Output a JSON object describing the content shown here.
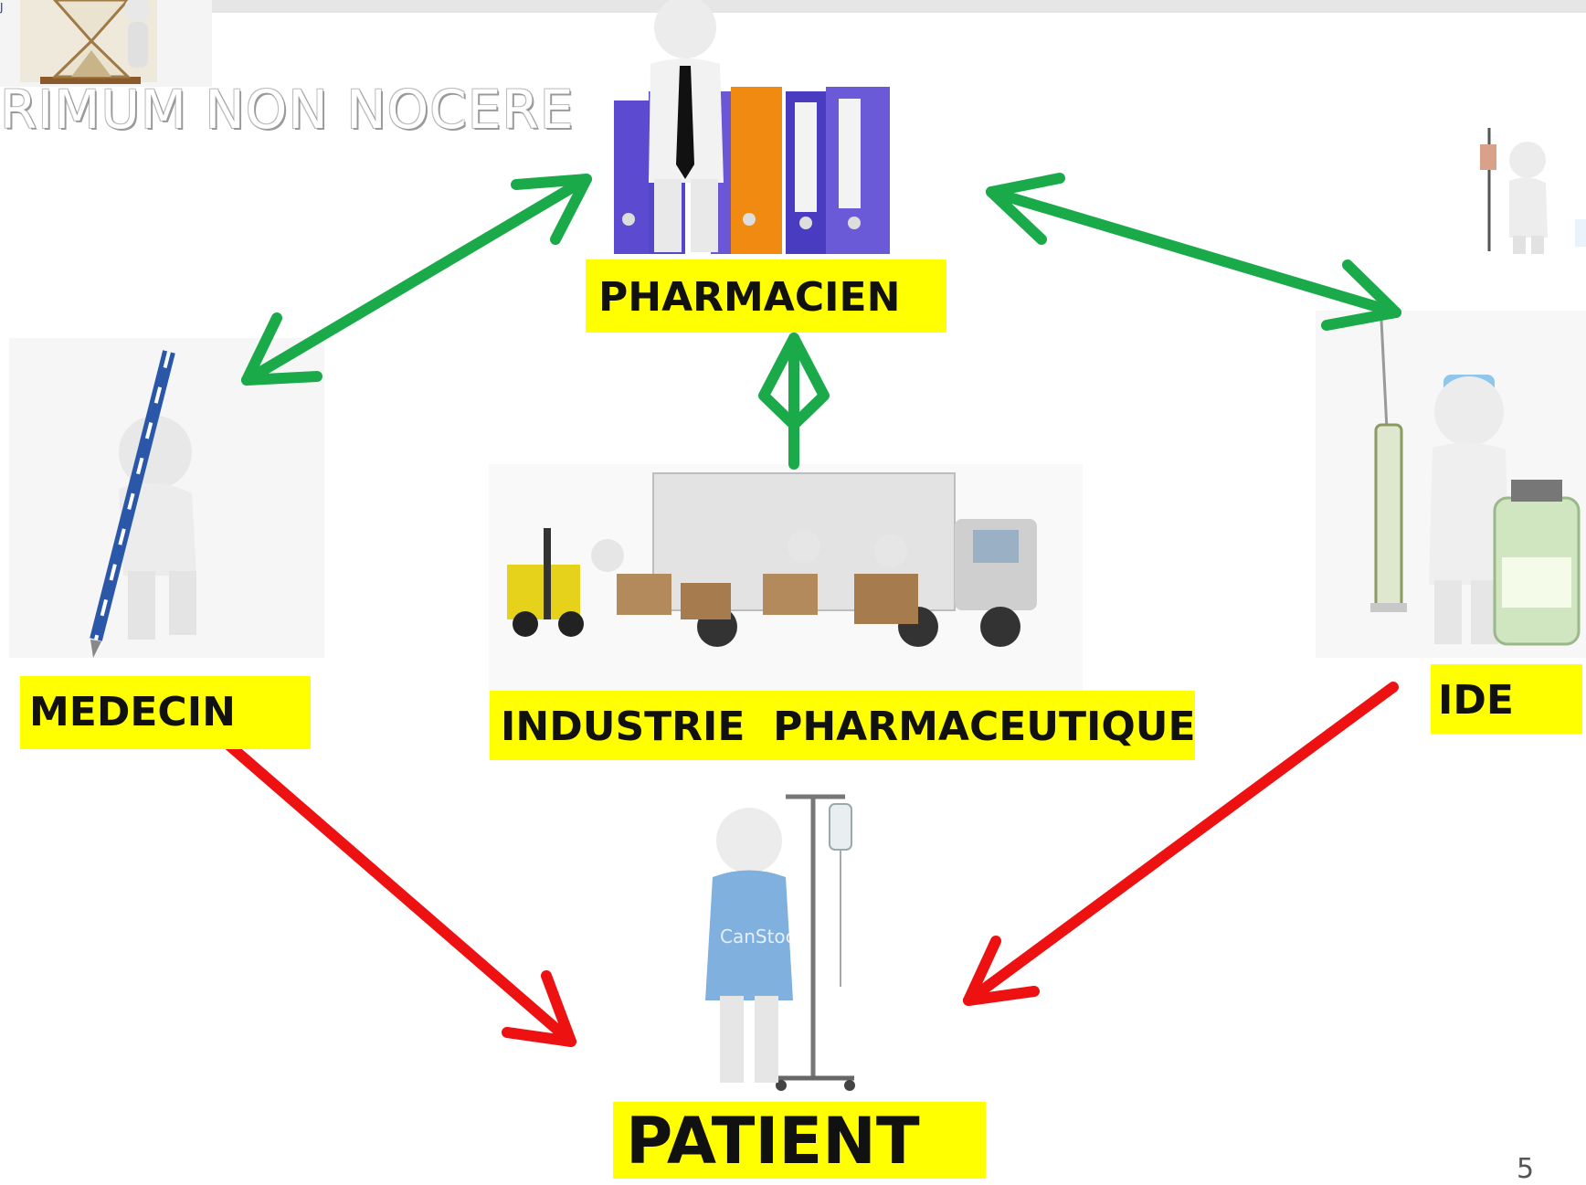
{
  "slide": {
    "title": "RIMUM NON NOCERE",
    "page_number": "5"
  },
  "nodes": {
    "pharmacien": "PHARMACIEN",
    "medecin": "MEDECIN",
    "industrie": "INDUSTRIE  PHARMACEUTIQUE",
    "ide": "IDE",
    "patient": "PATIENT"
  },
  "watermark": "CanStock",
  "colors": {
    "label_background": "#ffff00",
    "bidirectional_arrow": "#1aaa4a",
    "directed_arrow": "#ee1111"
  }
}
